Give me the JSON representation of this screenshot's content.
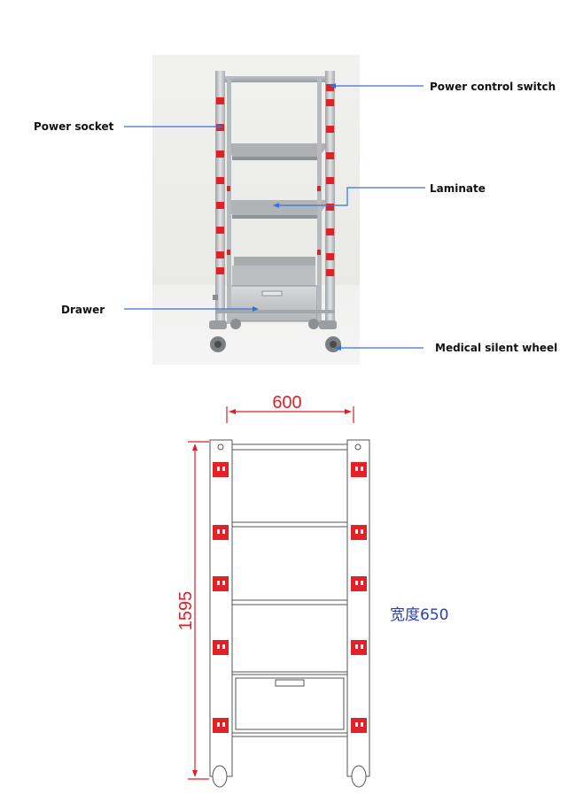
{
  "photo": {
    "labels": {
      "power_control_switch": "Power control switch",
      "power_socket": "Power socket",
      "laminate": "Laminate",
      "drawer": "Drawer",
      "medical_silent_wheel": "Medical silent wheel"
    },
    "colors": {
      "background": "#eeeeec",
      "steel": "#c9ccce",
      "socket": "#d9252a",
      "arrow": "#3a6fd8"
    }
  },
  "drawing": {
    "width_dimension": "600",
    "height_dimension": "1595",
    "width_note": "宽度650",
    "colors": {
      "dimension": "#e01f26",
      "socket": "#e32127",
      "line": "#555555",
      "note": "#2b3fb0"
    }
  }
}
